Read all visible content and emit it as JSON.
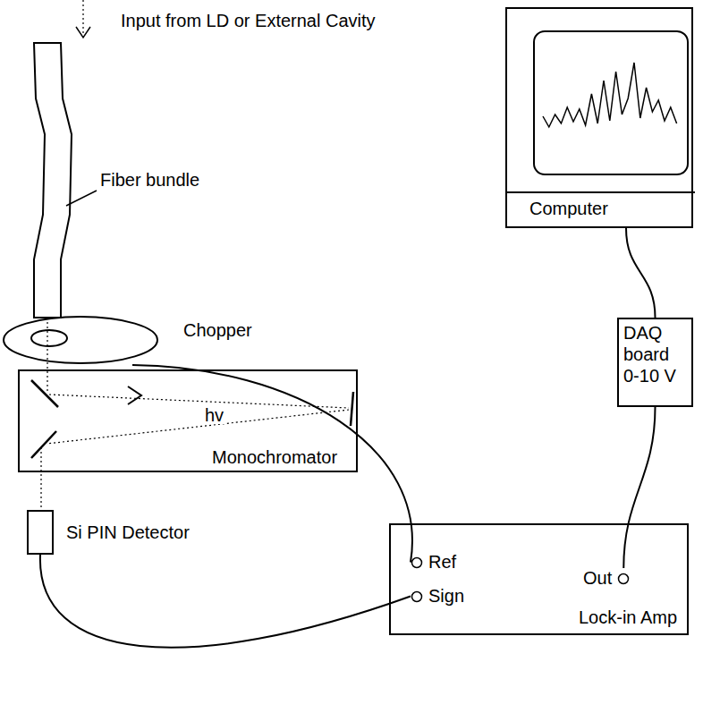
{
  "diagram": {
    "nodes": [
      {
        "text": [
          "Computer"
        ]
      },
      {
        "text": [
          "DAQ board 0-10 V"
        ]
      },
      {
        "text": [
          "Chopper"
        ]
      },
      {
        "text": [
          "hv",
          "Monochromator"
        ]
      },
      {
        "text": [
          "Lock-in Amp"
        ]
      },
      {
        "text": [
          "Ref"
        ],
        "in": 4
      },
      {
        "text": [
          "Out"
        ],
        "in": 4
      },
      {
        "text": [
          "Sign"
        ],
        "in": 4
      },
      {
        "text": [
          "Si PIN Detector"
        ]
      }
    ],
    "edges": [
      {
        "from": 2,
        "to": 5,
        "arrow": "none"
      },
      {
        "from": 8,
        "to": 7,
        "arrow": "none"
      },
      {
        "from": 6,
        "to": 1,
        "arrow": "none"
      },
      {
        "from": 1,
        "to": 0,
        "arrow": "none"
      }
    ],
    "labels": [
      "Input from LD or External Cavity",
      "Fiber bundle"
    ]
  }
}
